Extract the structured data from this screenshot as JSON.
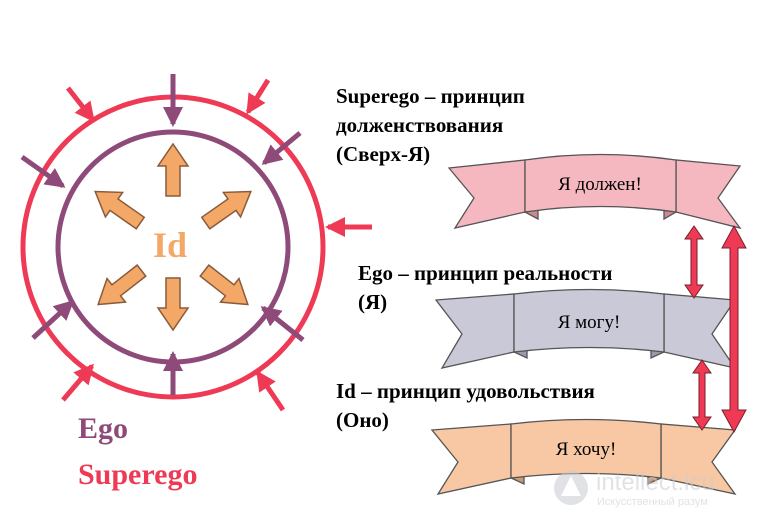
{
  "center_label": "Id",
  "ego_label": "Ego",
  "superego_label": "Superego",
  "principles": {
    "superego": {
      "line1": "Superego – принцип",
      "line2": "долженствования",
      "line3": "(Сверх-Я)"
    },
    "ego": {
      "line1": "Ego – принцип реальности",
      "line2": "(Я)"
    },
    "id": {
      "line1": "Id – принцип удовольствия",
      "line2": "(Оно)"
    }
  },
  "banners": {
    "superego": "Я должен!",
    "ego": "Я могу!",
    "id": "Я хочу!"
  },
  "watermark": {
    "brand": "intellect.icu",
    "subtitle": "Искусственный разум"
  },
  "colors": {
    "superego_red": "#ef3a55",
    "ego_purple": "#8e4a78",
    "id_orange": "#f3a868",
    "banner_pink": "#f6b8c0",
    "banner_gray": "#c9c9d7",
    "banner_peach": "#f7c8a3"
  }
}
